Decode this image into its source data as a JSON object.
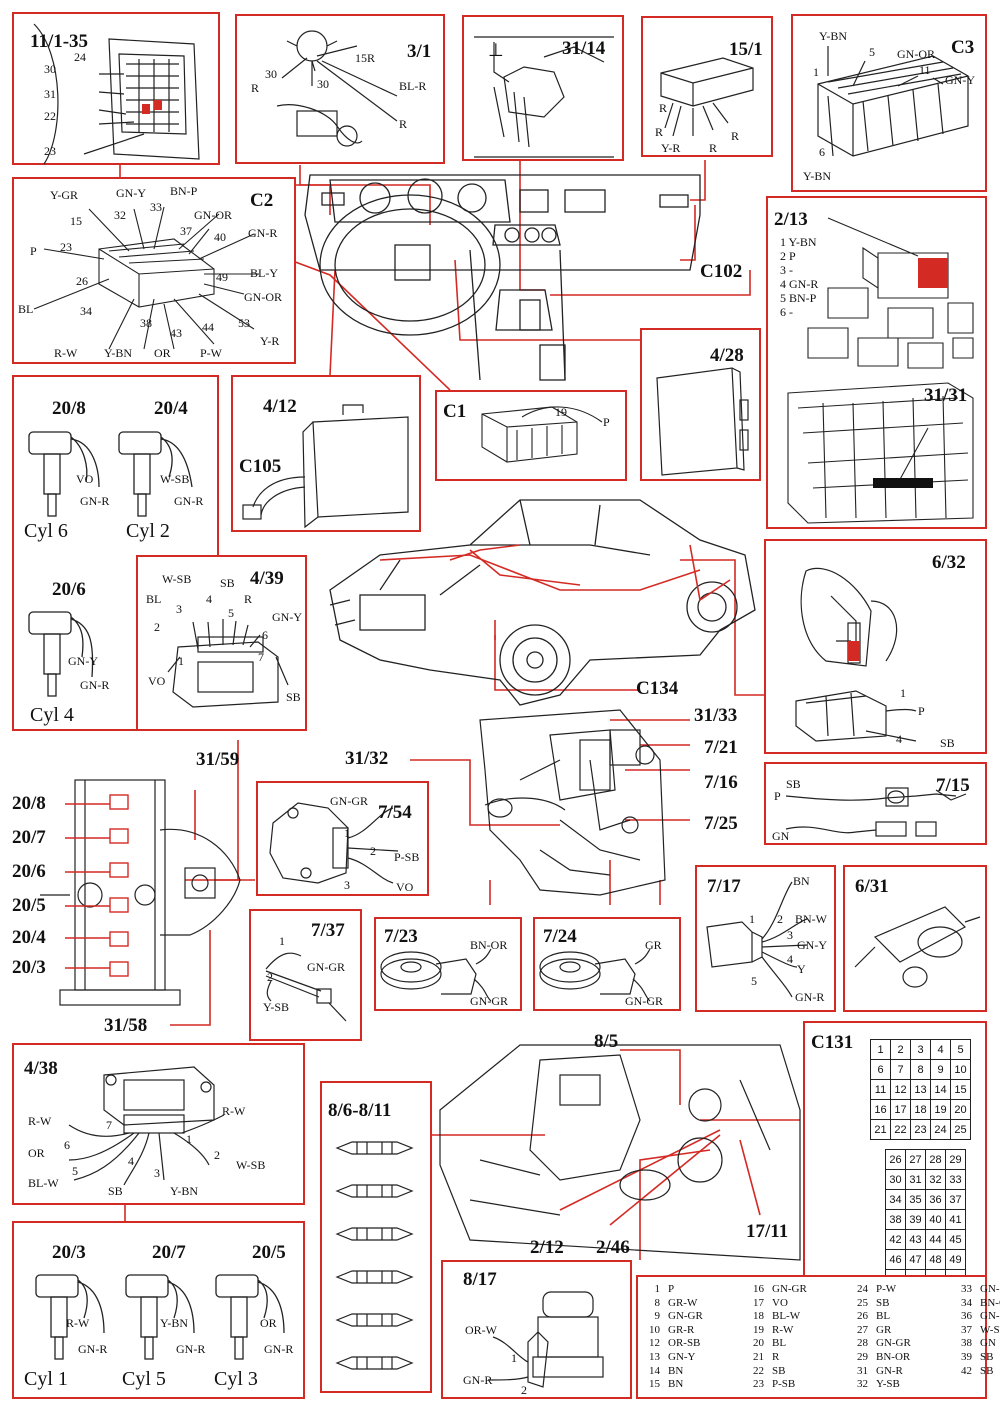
{
  "colors": {
    "frame": "#d42a24",
    "ink": "#111111"
  },
  "panels": {
    "p11_1": {
      "label": "11/1-35",
      "pins": [
        "24",
        "30",
        "31",
        "22",
        "23"
      ]
    },
    "p3_1": {
      "label": "3/1",
      "pins": [
        "15R",
        "30",
        "30",
        "BL-R",
        "R",
        "R"
      ]
    },
    "p31_14": {
      "label": "31/14",
      "symbol": "⊥"
    },
    "p15_1": {
      "label": "15/1",
      "wires": [
        "R",
        "R",
        "R",
        "Y-R",
        "R"
      ]
    },
    "pC3": {
      "label": "C3",
      "wires": [
        "Y-BN",
        "5",
        "GN-OR",
        "1",
        "11",
        "GN-Y",
        "6",
        "Y-BN"
      ]
    },
    "pC2": {
      "label": "C2",
      "wires": [
        "Y-GR",
        "GN-Y",
        "BN-P",
        "15",
        "32",
        "33",
        "GN-OR",
        "37",
        "40",
        "GN-R",
        "P",
        "23",
        "BL-Y",
        "49",
        "26",
        "GN-OR",
        "BL",
        "34",
        "38",
        "43",
        "44",
        "53",
        "Y-R",
        "R-W",
        "Y-BN",
        "OR",
        "P-W"
      ]
    },
    "p2_13": {
      "label": "2/13",
      "list": [
        "1 Y-BN",
        "2 P",
        "3 -",
        "4 GN-R",
        "5 BN-P",
        "6 -"
      ]
    },
    "p31_31": {
      "label": "31/31"
    },
    "pC102": {
      "label": "C102"
    },
    "p4_28": {
      "label": "4/28"
    },
    "pC1": {
      "label": "C1",
      "pin": "19",
      "wire": "P"
    },
    "p4_12": {
      "label": "4/12",
      "connector": "C105"
    },
    "p20_8": {
      "label": "20/8",
      "wires": [
        "VO",
        "GN-R"
      ],
      "cyl": "Cyl 6"
    },
    "p20_4": {
      "label": "20/4",
      "wires": [
        "W-SB",
        "GN-R"
      ],
      "cyl": "Cyl 2"
    },
    "p20_6": {
      "label": "20/6",
      "wires": [
        "GN-Y",
        "GN-R"
      ],
      "cyl": "Cyl 4"
    },
    "p4_39": {
      "label": "4/39",
      "wires": [
        "W-SB",
        "SB",
        "BL",
        "3",
        "4",
        "R",
        "5",
        "GN-Y",
        "2",
        "6",
        "1",
        "7",
        "VO",
        "SB"
      ]
    },
    "p6_32": {
      "label": "6/32",
      "wires": [
        "1",
        "P",
        "4",
        "SB"
      ]
    },
    "pC134": {
      "label": "C134"
    },
    "engine": {
      "labels": [
        "31/33",
        "31/32",
        "7/21",
        "7/16",
        "7/25"
      ]
    },
    "p7_15": {
      "label": "7/15",
      "wires": [
        "P",
        "SB",
        "GN"
      ]
    },
    "p31_59": {
      "label": "31/59",
      "side": [
        "20/8",
        "20/7",
        "20/6",
        "20/5",
        "20/4",
        "20/3"
      ],
      "bottom": "31/58"
    },
    "p7_54": {
      "label": "7/54",
      "wires": [
        "GN-GR",
        "1",
        "2",
        "P-SB",
        "3",
        "VO"
      ]
    },
    "p7_17": {
      "label": "7/17",
      "wires": [
        "BN",
        "2",
        "BN-W",
        "1",
        "3",
        "GN-Y",
        "4",
        "Y",
        "5",
        "GN-R"
      ]
    },
    "p6_31": {
      "label": "6/31"
    },
    "p7_37": {
      "label": "7/37",
      "wires": [
        "1",
        "GN-GR",
        "2",
        "Y-SB"
      ]
    },
    "p7_23": {
      "label": "7/23",
      "wires": [
        "BN-OR",
        "GN-GR"
      ]
    },
    "p7_24": {
      "label": "7/24",
      "wires": [
        "GR",
        "GN-GR"
      ]
    },
    "p4_38": {
      "label": "4/38",
      "wires": [
        "R-W",
        "7",
        "R-W",
        "OR",
        "6",
        "1",
        "2",
        "W-SB",
        "5",
        "4",
        "3",
        "BL-W",
        "SB",
        "Y-BN"
      ]
    },
    "p8_6": {
      "label": "8/6-8/11"
    },
    "p8_5": {
      "label": "8/5",
      "bottom": [
        "2/12",
        "2/46",
        "17/11"
      ]
    },
    "p8_17": {
      "label": "8/17",
      "wires": [
        "OR-W",
        "1",
        "GN-R",
        "2"
      ]
    },
    "pC131": {
      "label": "C131"
    },
    "p20_3": {
      "label": "20/3",
      "wires": [
        "R-W",
        "GN-R"
      ],
      "cyl": "Cyl 1"
    },
    "p20_7": {
      "label": "20/7",
      "wires": [
        "Y-BN",
        "GN-R"
      ],
      "cyl": "Cyl 5"
    },
    "p20_5": {
      "label": "20/5",
      "wires": [
        "OR",
        "GN-R"
      ],
      "cyl": "Cyl 3"
    }
  },
  "legend": [
    [
      "1",
      "P"
    ],
    [
      "8",
      "GR-W"
    ],
    [
      "9",
      "GN-GR"
    ],
    [
      "10",
      "GR-R"
    ],
    [
      "12",
      "OR-SB"
    ],
    [
      "13",
      "GN-Y"
    ],
    [
      "14",
      "BN"
    ],
    [
      "15",
      "BN"
    ],
    [
      "16",
      "GN-GR"
    ],
    [
      "17",
      "VO"
    ],
    [
      "18",
      "BL-W"
    ],
    [
      "19",
      "R-W"
    ],
    [
      "20",
      "BL"
    ],
    [
      "21",
      "R"
    ],
    [
      "22",
      "SB"
    ],
    [
      "23",
      "P-SB"
    ],
    [
      "24",
      "P-W"
    ],
    [
      "25",
      "SB"
    ],
    [
      "26",
      "BL"
    ],
    [
      "27",
      "GR"
    ],
    [
      "28",
      "GN-GR"
    ],
    [
      "29",
      "BN-OR"
    ],
    [
      "31",
      "GN-R"
    ],
    [
      "32",
      "Y-SB"
    ],
    [
      "33",
      "GN-GR"
    ],
    [
      "34",
      "BN-GR"
    ],
    [
      "36",
      "GN-GR"
    ],
    [
      "37",
      "W-SB"
    ],
    [
      "38",
      "GN"
    ],
    [
      "39",
      "SB"
    ],
    [
      "42",
      "SB"
    ]
  ]
}
